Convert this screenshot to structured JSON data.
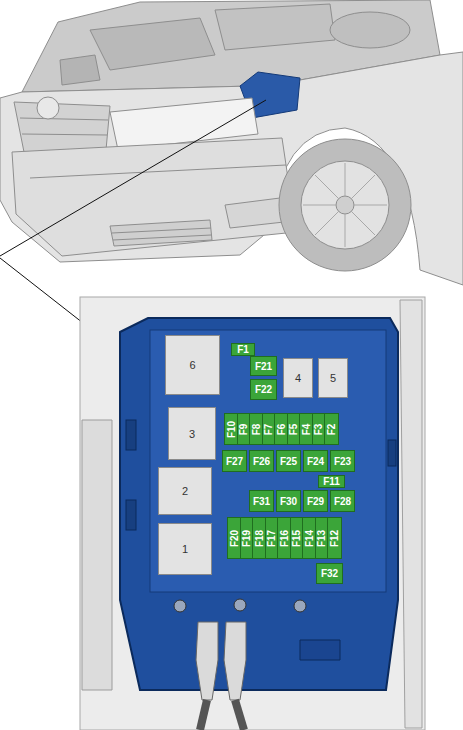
{
  "diagram": {
    "nodes": [
      {
        "text": [
          "F1"
        ]
      },
      {
        "text": [
          "6"
        ]
      },
      {
        "text": [
          "F21"
        ]
      },
      {
        "text": [
          "F22"
        ]
      },
      {
        "text": [
          "4"
        ]
      },
      {
        "text": [
          "5"
        ]
      },
      {
        "text": [
          "3"
        ]
      },
      {
        "text": [
          "F10"
        ]
      },
      {
        "text": [
          "F9"
        ]
      },
      {
        "text": [
          "F8"
        ]
      },
      {
        "text": [
          "F7"
        ]
      },
      {
        "text": [
          "F6"
        ]
      },
      {
        "text": [
          "F5"
        ]
      },
      {
        "text": [
          "F4"
        ]
      },
      {
        "text": [
          "F3"
        ]
      },
      {
        "text": [
          "F2"
        ]
      },
      {
        "text": [
          "F27"
        ]
      },
      {
        "text": [
          "F26"
        ]
      },
      {
        "text": [
          "F25"
        ]
      },
      {
        "text": [
          "F24"
        ]
      },
      {
        "text": [
          "F23"
        ]
      },
      {
        "text": [
          "F11"
        ]
      },
      {
        "text": [
          "2"
        ]
      },
      {
        "text": [
          "F31"
        ]
      },
      {
        "text": [
          "F30"
        ]
      },
      {
        "text": [
          "F29"
        ]
      },
      {
        "text": [
          "F28"
        ]
      },
      {
        "text": [
          "F20"
        ]
      },
      {
        "text": [
          "F19"
        ]
      },
      {
        "text": [
          "F18"
        ]
      },
      {
        "text": [
          "F17"
        ]
      },
      {
        "text": [
          "F16"
        ]
      },
      {
        "text": [
          "F15"
        ]
      },
      {
        "text": [
          "F14"
        ]
      },
      {
        "text": [
          "F13"
        ]
      },
      {
        "text": [
          "F12"
        ]
      },
      {
        "text": [
          "1"
        ]
      },
      {
        "text": [
          "F32"
        ]
      }
    ]
  }
}
